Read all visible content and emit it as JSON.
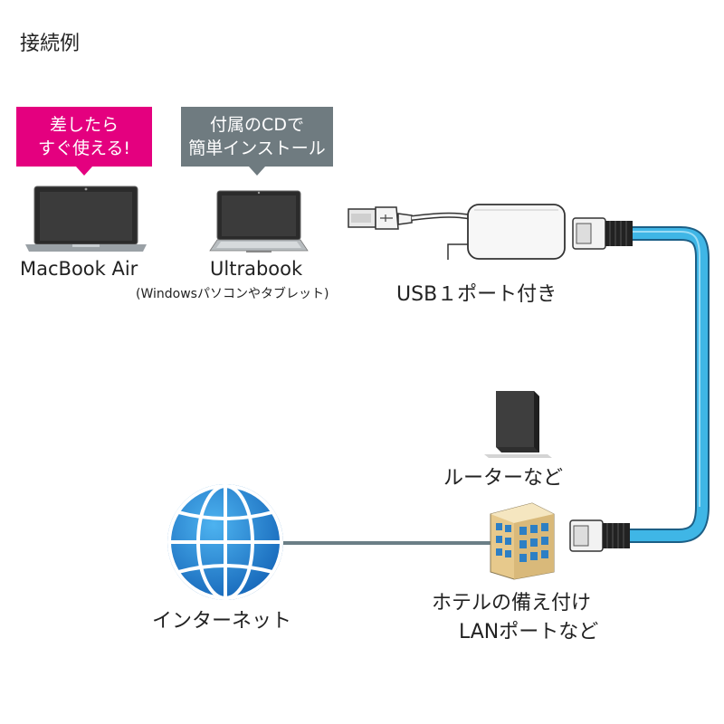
{
  "title": "接続例",
  "callouts": {
    "mac": {
      "line1": "差したら",
      "line2": "すぐ使える!",
      "color": "#e4007f"
    },
    "ultra": {
      "line1": "付属のCDで",
      "line2": "簡単インストール",
      "color": "#6f7b80"
    }
  },
  "devices": {
    "macbook": {
      "label": "MacBook Air",
      "icon": "laptop-icon"
    },
    "ultrabook": {
      "label": "Ultrabook",
      "sublabel": "(Windowsパソコンやタブレット)",
      "icon": "laptop-icon"
    }
  },
  "adapter": {
    "label": "USB１ポート付き",
    "icon": "usb-lan-adapter-icon"
  },
  "router": {
    "label": "ルーターなど",
    "icon": "router-icon"
  },
  "hotel": {
    "line1": "ホテルの備え付け",
    "line2": "LANポートなど",
    "icon": "building-icon"
  },
  "internet": {
    "label": "インターネット",
    "icon": "globe-icon"
  },
  "colors": {
    "cable": "#3fb6e6",
    "line": "#6b7f86",
    "globe": "#1e88d8"
  }
}
